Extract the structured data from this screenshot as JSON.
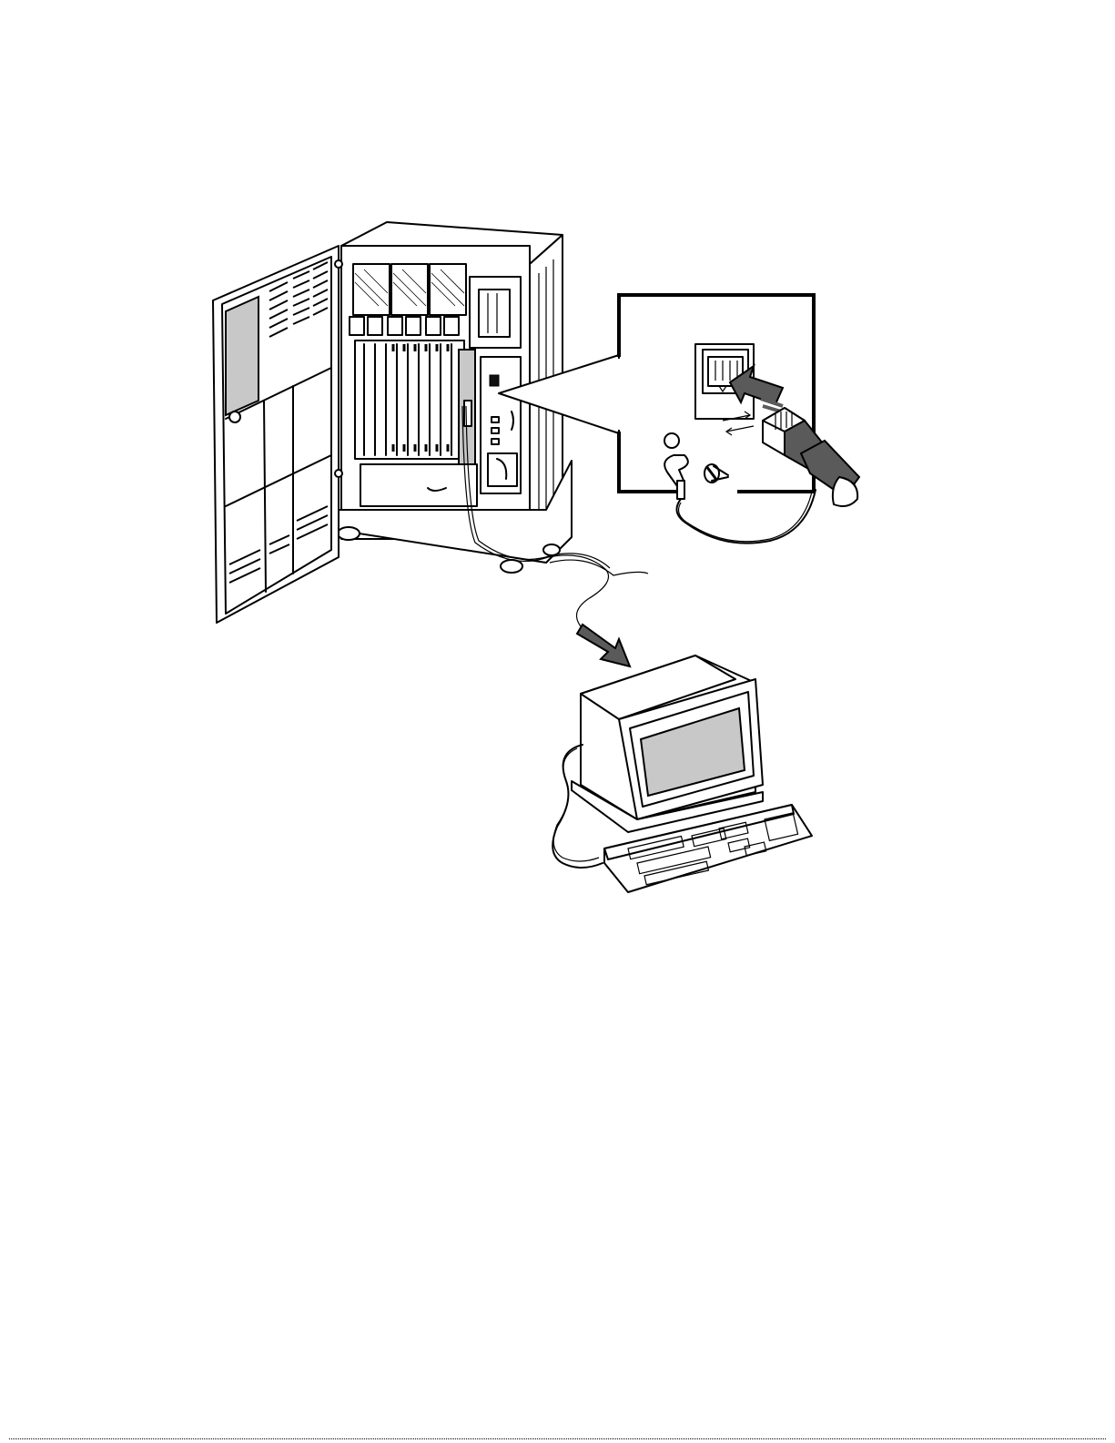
{
  "figure": {
    "parts": [
      {
        "name": "system-cabinet"
      },
      {
        "name": "cabinet-door"
      },
      {
        "name": "card-cage"
      },
      {
        "name": "console-port"
      },
      {
        "name": "callout-detail"
      },
      {
        "name": "rj-jack"
      },
      {
        "name": "rj-plug"
      },
      {
        "name": "ground-screw"
      },
      {
        "name": "console-cable"
      },
      {
        "name": "direction-arrow"
      },
      {
        "name": "console-terminal"
      },
      {
        "name": "keyboard"
      }
    ],
    "colors": {
      "line": "#000000",
      "screen": "#c8c8c8",
      "arrow": "#5a5a5a",
      "background": "#ffffff"
    }
  }
}
